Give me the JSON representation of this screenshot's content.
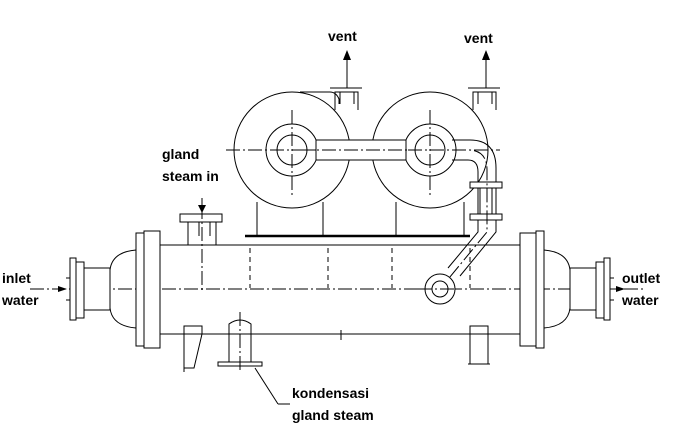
{
  "diagram": {
    "labels": {
      "vent_left": "vent",
      "vent_right": "vent",
      "gland_steam_in_line1": "gland",
      "gland_steam_in_line2": "steam in",
      "inlet_water_line1": "inlet",
      "inlet_water_line2": "water",
      "outlet_water_line1": "outlet",
      "outlet_water_line2": "water",
      "kondensasi_line1": "kondensasi",
      "kondensasi_line2": "gland steam"
    },
    "colors": {
      "line": "#000000",
      "background": "#ffffff"
    }
  }
}
